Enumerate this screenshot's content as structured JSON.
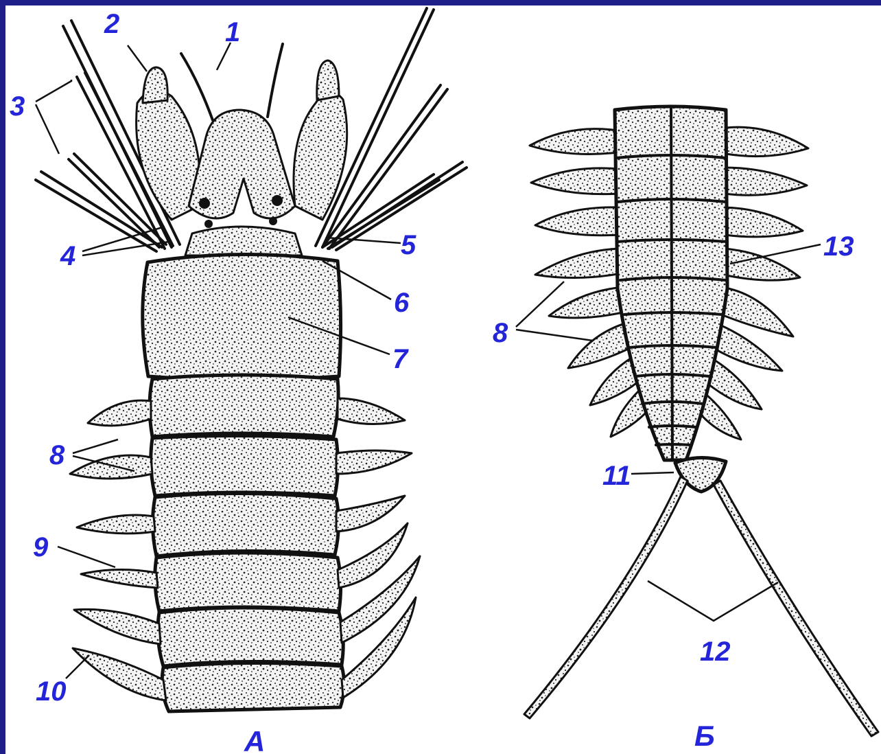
{
  "figure": {
    "panel_a_caption": "A",
    "panel_b_caption": "Б",
    "labels": {
      "l1": "1",
      "l2": "2",
      "l3": "3",
      "l4": "4",
      "l5": "5",
      "l6": "6",
      "l7": "7",
      "l8a": "8",
      "l9": "9",
      "l10": "10",
      "l8b": "8",
      "l11": "11",
      "l12": "12",
      "l13": "13"
    }
  },
  "colors": {
    "frame": "#1f1f8a",
    "label_blue": "#2424d8",
    "ink": "#111111",
    "paper": "#ffffff"
  }
}
